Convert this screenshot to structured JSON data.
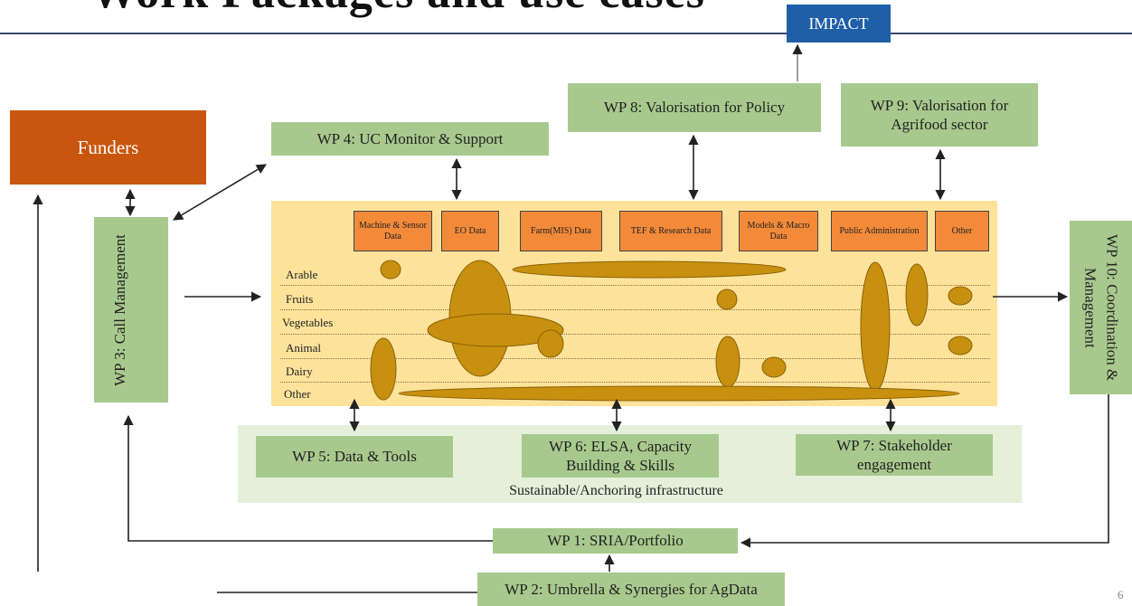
{
  "header": {
    "title": "Work Packages and use cases"
  },
  "impact": "IMPACT",
  "funders": "Funders",
  "wp": {
    "wp1": "WP 1: SRIA/Portfolio",
    "wp2": "WP 2: Umbrella & Synergies for AgData",
    "wp3": "WP 3: Call Management",
    "wp4": "WP 4: UC Monitor & Support",
    "wp5": "WP 5: Data & Tools",
    "wp6": "WP 6: ELSA, Capacity Building & Skills",
    "wp7": "WP 7: Stakeholder engagement",
    "wp8": "WP 8: Valorisation for Policy",
    "wp9": "WP 9: Valorisation for Agrifood sector",
    "wp10": "WP 10: Coordination & Management"
  },
  "data_sources": [
    "Machine & Sensor Data",
    "EO Data",
    "Farm(MIS) Data",
    "TEF & Research Data",
    "Models & Macro Data",
    "Public Administration",
    "Other"
  ],
  "rows": [
    "Arable",
    "Fruits",
    "Vegetables",
    "Animal",
    "Dairy",
    "Other"
  ],
  "infrastructure_label": "Sustainable/Anchoring infrastructure",
  "page_number": "6",
  "colors": {
    "wp": "#a8c98e",
    "funders": "#c9560e",
    "impact": "#1f5fa8",
    "matrix": "#fde29a",
    "source": "#f28a3a",
    "use_case": "#c8900f"
  }
}
